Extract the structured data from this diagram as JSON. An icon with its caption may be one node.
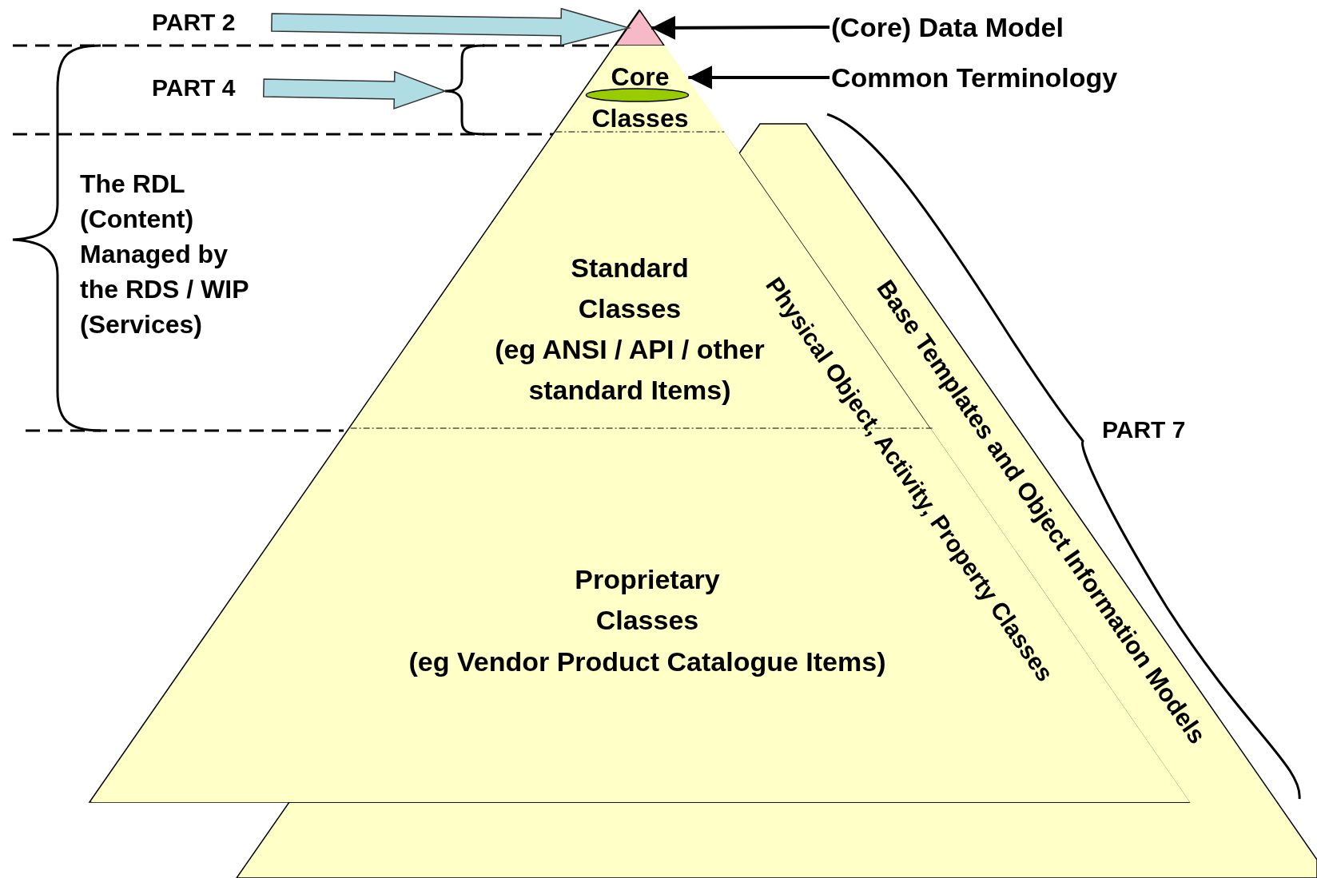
{
  "diagram": {
    "nodes": [
      {
        "text": [
          "Base Templates and Object Information Models"
        ]
      },
      {
        "text": [],
        "shape": "triangle"
      },
      {
        "text": [],
        "shape": "triangle",
        "in": 1
      },
      {
        "text": [
          "Core Classes"
        ],
        "in": 1
      },
      {
        "text": [
          "Standard Classes",
          "(eg ANSI / API / other standard Items)"
        ],
        "in": 1
      },
      {
        "text": [
          "Proprietary Classes",
          "(eg Vendor Product Catalogue Items)"
        ],
        "in": 1
      },
      {
        "text": [
          "(Core) Data Model"
        ]
      },
      {
        "text": [
          "Common Terminology"
        ]
      },
      {
        "text": [
          "PART 2"
        ]
      },
      {
        "text": [
          "PART 4"
        ]
      }
    ],
    "edges": [
      {
        "from": 6,
        "to": 2,
        "arrow": "to"
      },
      {
        "from": 7,
        "to": 3,
        "arrow": "to"
      },
      {
        "from": 8,
        "to": 2,
        "arrow": "to",
        "style": "thick",
        "color": "#b0dde4"
      },
      {
        "from": 9,
        "to": null,
        "arrow": "to",
        "style": "thick",
        "color": "#b0dde4"
      }
    ],
    "labels": [
      "The RDL (Content) Managed by the RDS / WIP (Services)",
      "Physical Object, Activity, Property Classes",
      "PART 7"
    ]
  }
}
